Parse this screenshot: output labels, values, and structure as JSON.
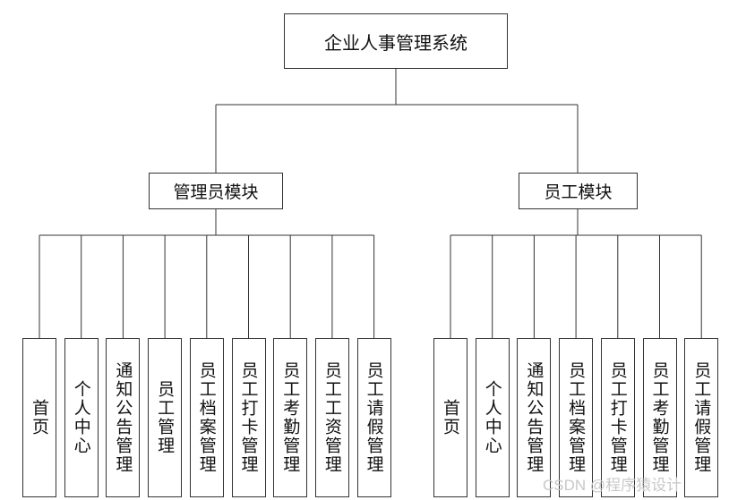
{
  "root": {
    "label": "企业人事管理系统"
  },
  "modules": [
    {
      "label": "管理员模块",
      "children": [
        "首页",
        "个人中心",
        "通知公告管理",
        "员工管理",
        "员工档案管理",
        "员工打卡管理",
        "员工考勤管理",
        "员工工资管理",
        "员工请假管理"
      ]
    },
    {
      "label": "员工模块",
      "children": [
        "首页",
        "个人中心",
        "通知公告管理",
        "员工档案管理",
        "员工打卡管理",
        "员工考勤管理",
        "员工请假管理"
      ]
    }
  ],
  "watermark": "CSDN @程序猿设计"
}
